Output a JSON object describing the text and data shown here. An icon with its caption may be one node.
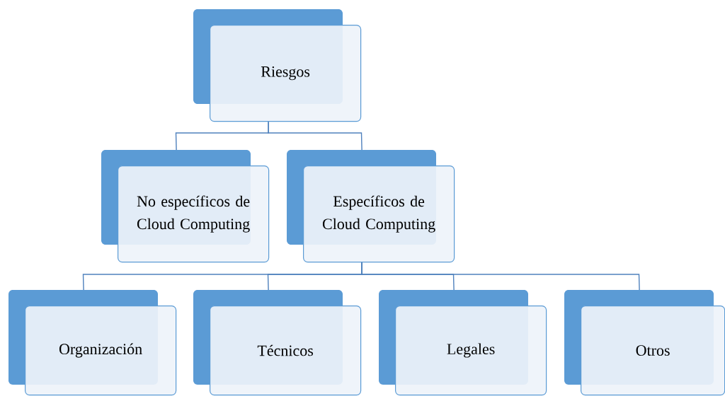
{
  "diagram": {
    "nodes": [
      {
        "text": [
          "Riesgos"
        ]
      },
      {
        "text": [
          "No específicos de Cloud Computing"
        ]
      },
      {
        "text": [
          "Específicos de Cloud Computing"
        ]
      },
      {
        "text": [
          "Organización"
        ]
      },
      {
        "text": [
          "Técnicos"
        ]
      },
      {
        "text": [
          "Legales"
        ]
      },
      {
        "text": [
          "Otros"
        ]
      }
    ],
    "edges": [
      {
        "from": 0,
        "to": 1,
        "arrow": "none"
      },
      {
        "from": 0,
        "to": 2,
        "arrow": "none"
      },
      {
        "from": 2,
        "to": 3,
        "arrow": "none"
      },
      {
        "from": 2,
        "to": 4,
        "arrow": "none"
      },
      {
        "from": 2,
        "to": 5,
        "arrow": "none"
      },
      {
        "from": 2,
        "to": 6,
        "arrow": "none"
      }
    ]
  }
}
